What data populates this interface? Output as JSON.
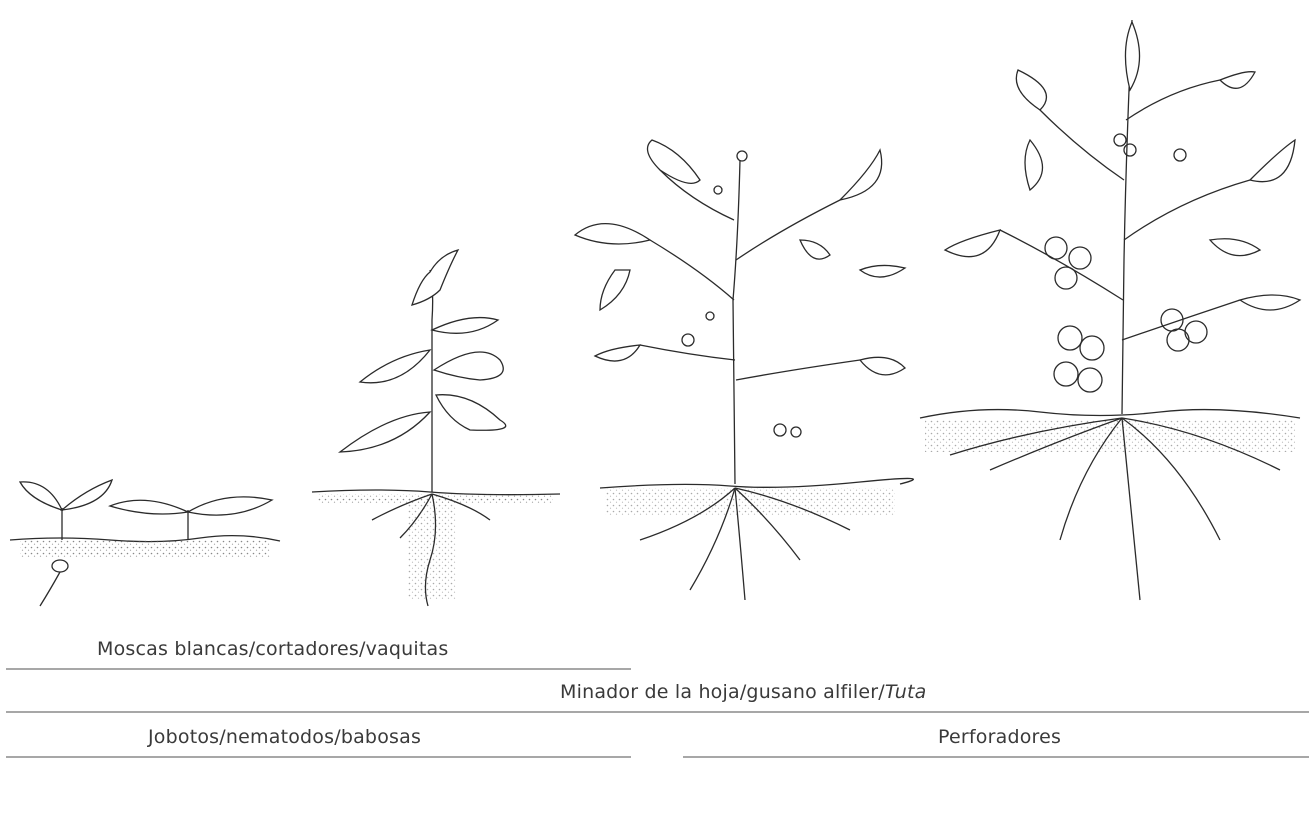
{
  "stages": [
    {
      "name": "seedlings"
    },
    {
      "name": "young plant"
    },
    {
      "name": "flowering plant"
    },
    {
      "name": "fruiting plant"
    }
  ],
  "pests": {
    "row1": {
      "text": "Moscas blancas/cortadores/vaquitas"
    },
    "row2": {
      "text_main": "Minador de la hoja/gusano alfiler/",
      "text_italic": "Tuta"
    },
    "row3": {
      "text": "Jobotos/nematodos/babosas"
    },
    "row4": {
      "text": "Perforadores"
    }
  },
  "colors": {
    "ink": "#2b2b2b",
    "bar": "#a7a7a7",
    "text": "#3a3a3a"
  }
}
